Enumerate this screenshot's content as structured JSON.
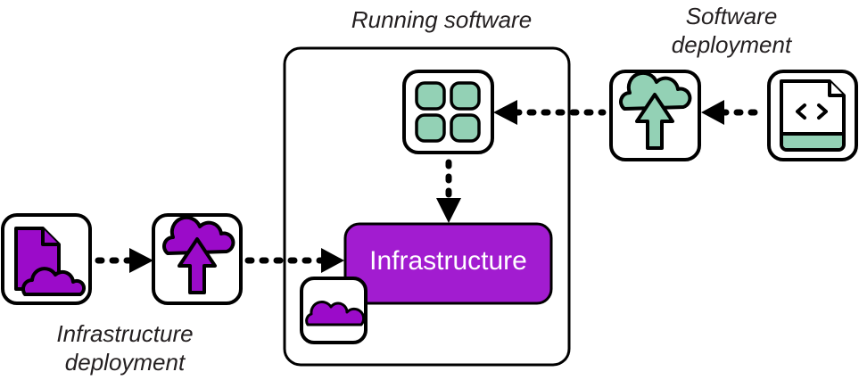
{
  "labels": {
    "running_software": "Running software",
    "software_deployment_1": "Software",
    "software_deployment_2": "deployment",
    "infra_deployment_1": "Infrastructure",
    "infra_deployment_2": "deployment",
    "infrastructure_box": "Infrastructure"
  },
  "colors": {
    "purple": "#9b0bc9",
    "purple_box": "#a21cd0",
    "green": "#93d1b5",
    "stroke": "#000000"
  },
  "icons": {
    "infra_source": "document-cloud-icon",
    "infra_deploy": "cloud-upload-icon",
    "app": "app-grid-icon",
    "software_deploy": "cloud-upload-icon",
    "software_source": "code-file-icon",
    "infra_cloud": "cloud-icon"
  }
}
